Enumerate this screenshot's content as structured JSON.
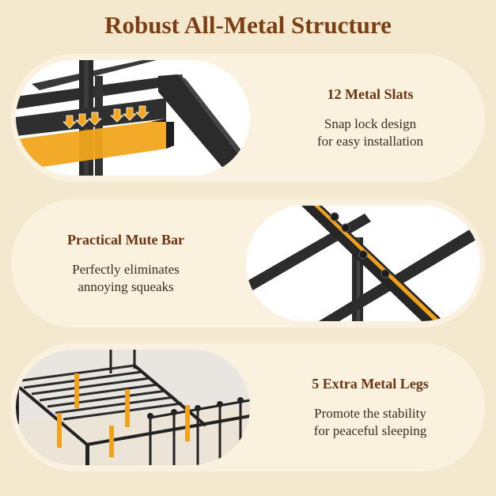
{
  "title": "Robust All-Metal Structure",
  "features": [
    {
      "heading": "12 Metal Slats",
      "line1": "Snap lock design",
      "line2": "for easy installation"
    },
    {
      "heading": "Practical Mute Bar",
      "line1": "Perfectly eliminates",
      "line2": "annoying squeaks"
    },
    {
      "heading": "5 Extra Metal Legs",
      "line1": "Promote the stability",
      "line2": "for peaceful sleeping"
    }
  ],
  "colors": {
    "background": "#f4e8cf",
    "panel": "#faf1de",
    "title": "#7a3f12",
    "accent": "#f0a11e",
    "metal": "#2b2b2b"
  }
}
